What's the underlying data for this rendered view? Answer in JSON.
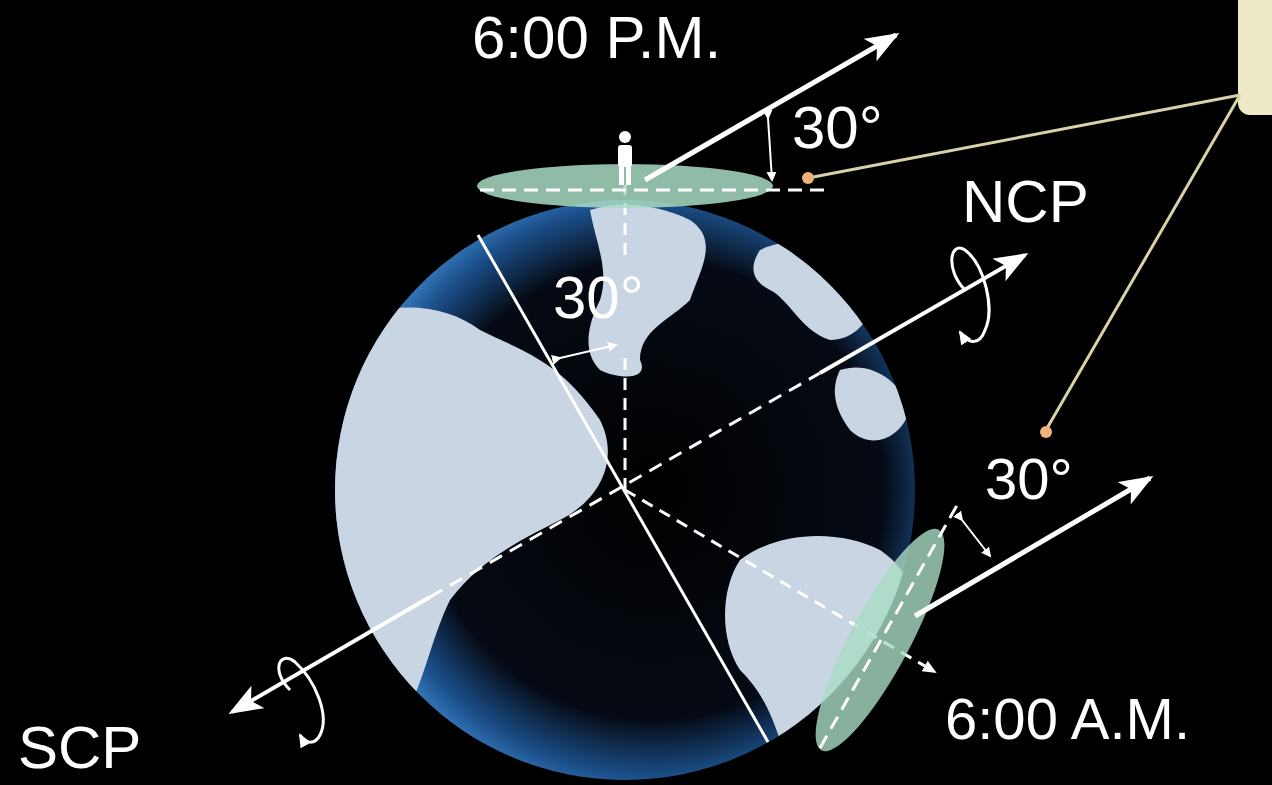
{
  "diagram": {
    "labels": [
      "6:00 P.M.",
      "30°",
      "NCP",
      "30°",
      "30°",
      "SCP",
      "6:00 A.M."
    ]
  }
}
